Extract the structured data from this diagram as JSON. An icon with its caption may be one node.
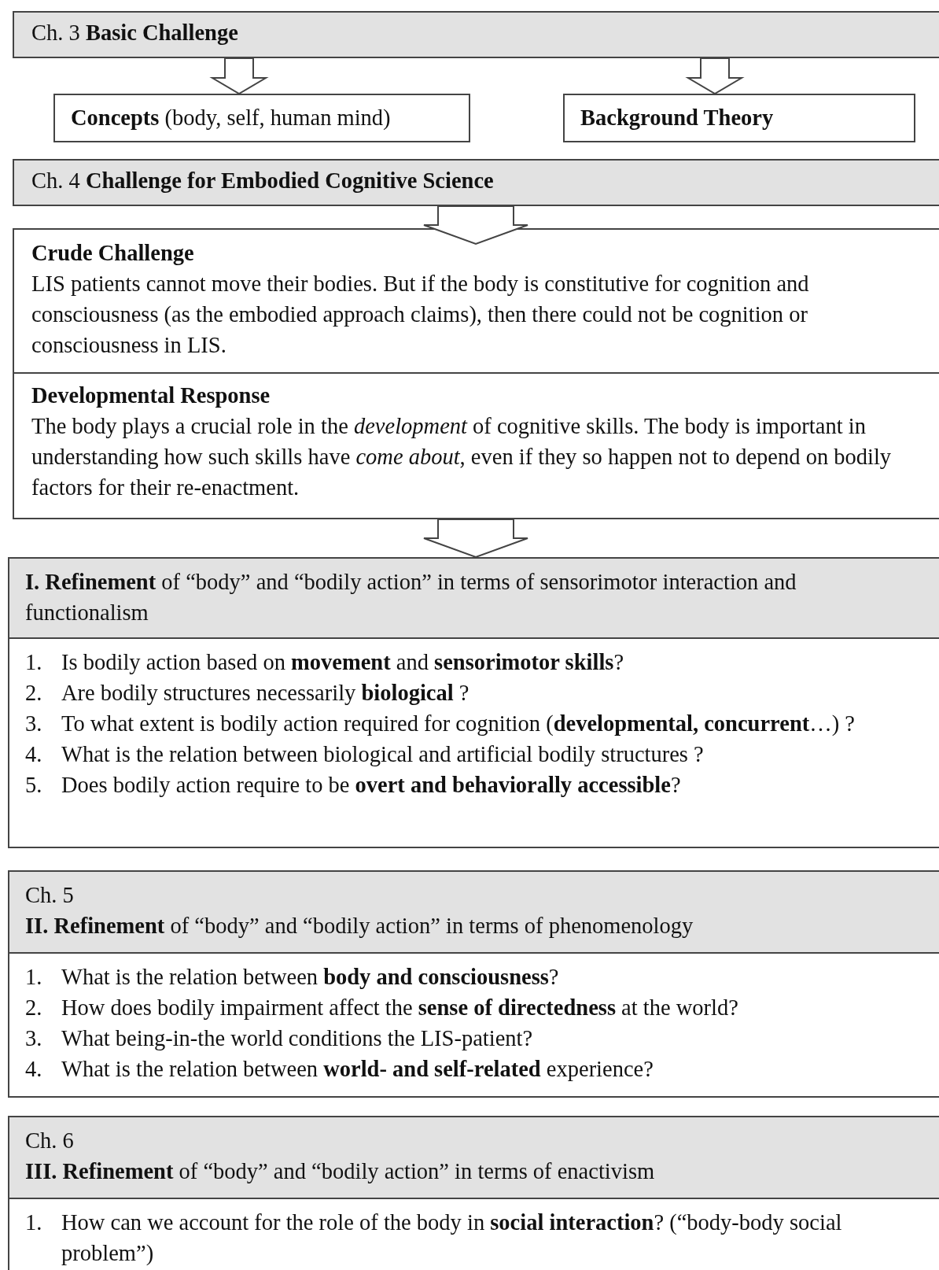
{
  "diagram": {
    "nodes": [
      {
        "text": [
          "Ch. 3 **Basic Challenge**"
        ]
      },
      {
        "text": [
          "**Concepts** (body, self, human mind)"
        ]
      },
      {
        "text": [
          "**Background Theory**"
        ]
      },
      {
        "text": [
          "Ch. 4 **Challenge for Embodied Cognitive Science**"
        ]
      },
      {
        "text": [
          "Crude Challenge",
          "LIS patients cannot move their bodies. But if the body is constitutive for cognition and consciousness (as the embodied approach claims), then there could not be cognition or consciousness in LIS."
        ]
      },
      {
        "text": [
          "Developmental Response",
          "The body plays a crucial role in the *development* of cognitive skills. The body is important in understanding how such skills have *come about*, even if they so happen not to depend on bodily factors for their re-enactment."
        ]
      },
      {
        "text": [
          "**I. Refinement** of  “body” and “bodily action” in terms of sensorimotor interaction and functionalism"
        ]
      },
      {
        "text": [
          "1. Is bodily action based on **movement** and **sensorimotor skills**?",
          "2. Are bodily structures necessarily **biological** ?",
          "3. To what extent is bodily action required for cognition (**developmental, concurrent**…) ?",
          "4. What is the relation between biological and artificial bodily structures ?",
          "5. Does bodily action require to be **overt and behaviorally accessible**?"
        ]
      },
      {
        "text": [
          "Ch. 5",
          "**II. Refinement** of “body” and “bodily action” in terms of phenomenology"
        ]
      },
      {
        "text": [
          "1. What is the relation between **body and consciousness**?",
          "2. How does bodily impairment affect the **sense of directedness** at the world?",
          "3. What being-in-the world conditions the LIS-patient?",
          "4. What is the relation between **world- and self-related** experience?"
        ]
      },
      {
        "text": [
          "Ch. 6",
          "**III. Refinement** of “body” and “bodily action” in terms of enactivism"
        ]
      },
      {
        "text": [
          "1. How can we account for the role of the body in **social interaction**? (“body-body social problem”)"
        ]
      }
    ],
    "edges": [
      {
        "from": 0,
        "to": 1,
        "arrow": "to"
      },
      {
        "from": 0,
        "to": 2,
        "arrow": "to"
      },
      {
        "from": 3,
        "to": 4,
        "arrow": "to"
      },
      {
        "from": 5,
        "to": 6,
        "arrow": "to"
      }
    ]
  }
}
